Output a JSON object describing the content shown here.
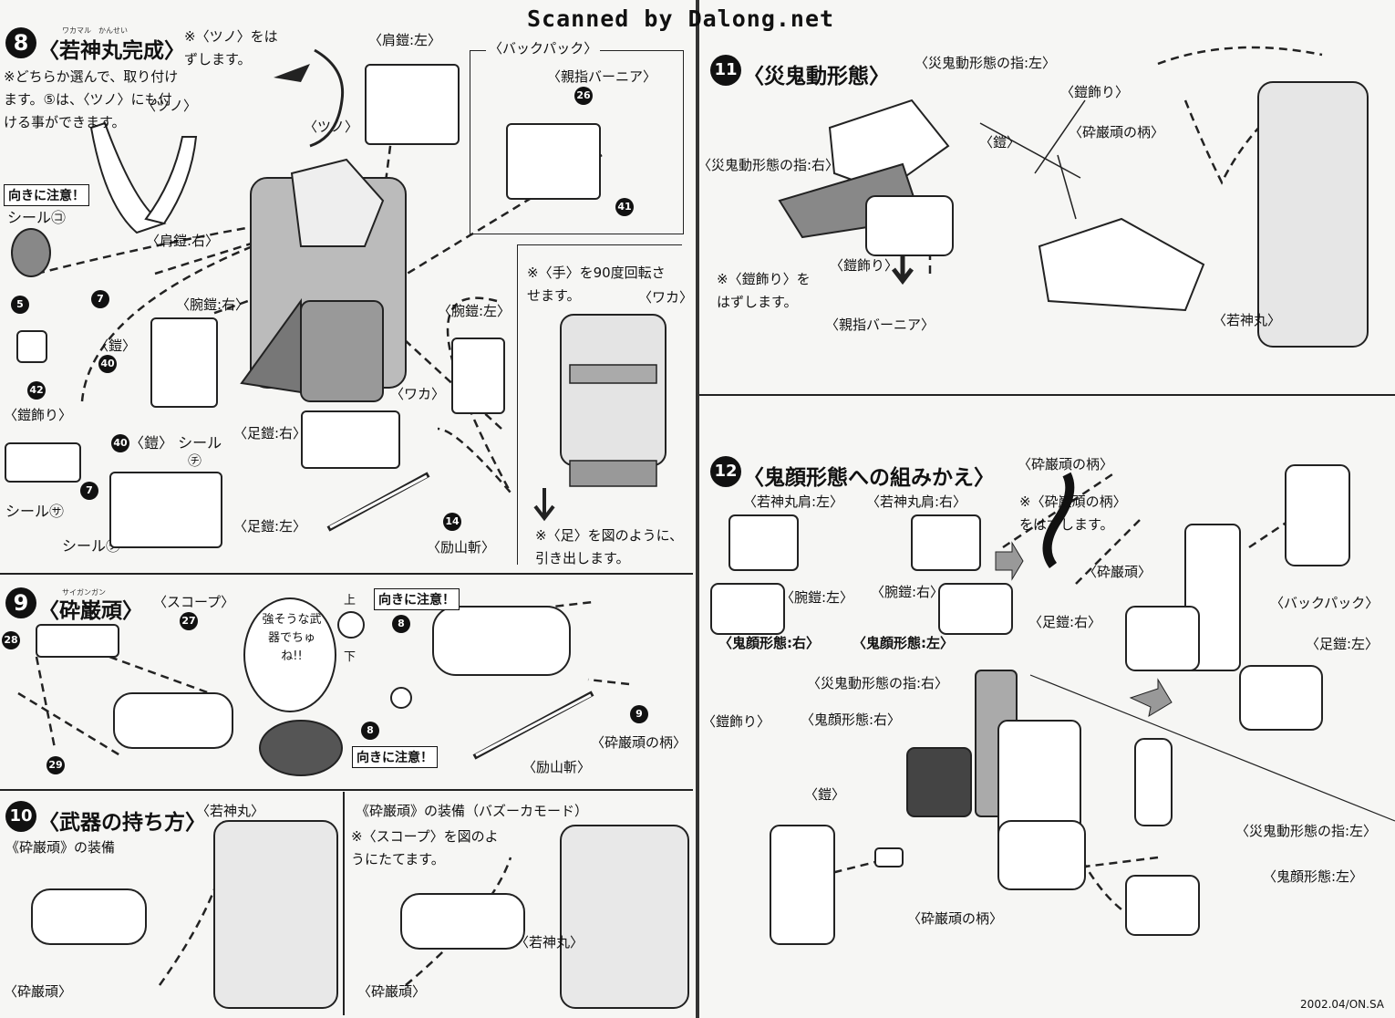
{
  "watermark": "Scanned by Dalong.net",
  "footer": "2002.04/ON.SA",
  "step8": {
    "number": "8",
    "title": "〈若神丸完成〉",
    "title_ruby": "ワカマル　かんせい",
    "note_choose": "※どちらか選んで、取り付けます。⑤は、〈ツノ〉にも付ける事ができます。",
    "note_horn": "※〈ツノ〉をはずします。",
    "label_tsuno": "〈ツノ〉",
    "label_tsuno2": "〈ツノ〉",
    "warn": "向きに注意！",
    "seal_ko": "シール㋙",
    "label_katayoroi_hidari": "〈肩鎧:左〉",
    "label_katayoroi_migi": "〈肩鎧:右〉",
    "label_udeyoroi_migi": "〈腕鎧:右〉",
    "label_udeyoroi_hidari": "〈腕鎧:左〉",
    "label_yoroi": "〈鎧〉",
    "label_yoroikazari": "〈鎧飾り〉",
    "label_ashiyoroi_migi": "〈足鎧:右〉",
    "label_ashiyoroi_hidari": "〈足鎧:左〉",
    "label_waka": "〈ワカ〉",
    "label_waka2": "〈ワカ〉",
    "label_reizanzan": "〈励山斬〉",
    "label_backpack": "〈バックパック〉",
    "label_oyayubi_burnia": "〈親指バーニア〉",
    "note_hand": "※〈手〉を90度回転させます。",
    "note_foot": "※〈足〉を図のように、引き出します。",
    "label_yoroi_seal": "〈鎧〉 シール",
    "seal_chi": "㋠",
    "seal_sa": "シール㋚",
    "seal_ta": "シール㋟",
    "part_numbers": [
      "5",
      "7",
      "42",
      "40",
      "26",
      "41",
      "14",
      "40",
      "7"
    ]
  },
  "step9": {
    "number": "9",
    "title": "〈砕巌頑〉",
    "title_ruby": "サイガンガン",
    "label_scope": "〈スコープ〉",
    "speech": "強そうな武器でちゅね!!",
    "label_ue": "上",
    "label_shita": "下",
    "warn1": "向きに注意！",
    "warn2": "向きに注意！",
    "label_reizanzan": "〈励山斬〉",
    "label_saiganganno_e": "〈砕巌頑の柄〉",
    "part_numbers": [
      "28",
      "27",
      "29",
      "8",
      "8",
      "9"
    ]
  },
  "step10": {
    "number": "10",
    "title": "〈武器の持ち方〉",
    "label_wakamaru": "〈若神丸〉",
    "label_equip": "《砕巌頑》の装備",
    "label_equip_bazooka": "《砕巌頑》の装備（バズーカモード）",
    "note_scope": "※〈スコープ〉を図のようにたてます。",
    "label_saigangan1": "〈砕巌頑〉",
    "label_saigangan2": "〈砕巌頑〉",
    "label_wakamaru2": "〈若神丸〉"
  },
  "step11": {
    "number": "11",
    "title": "〈災鬼動形態〉",
    "label_finger_left": "〈災鬼動形態の指:左〉",
    "label_finger_right": "〈災鬼動形態の指:右〉",
    "label_yoroi": "〈鎧〉",
    "label_yoroikazari": "〈鎧飾り〉",
    "note_remove": "※〈鎧飾り〉をはずします。",
    "label_oyayubi_burnia": "〈親指バーニア〉",
    "label_yoroikazari2": "〈鎧飾り〉",
    "label_saiganganno_e": "〈砕巌頑の柄〉",
    "label_wakamaru": "〈若神丸〉"
  },
  "step12": {
    "number": "12",
    "title": "〈鬼顔形態への組みかえ〉",
    "label_shoulder_left": "〈若神丸肩:左〉",
    "label_shoulder_right": "〈若神丸肩:右〉",
    "label_udeyoroi_hidari": "〈腕鎧:左〉",
    "label_udeyoroi_migi": "〈腕鎧:右〉",
    "label_kigan_right": "〈鬼顔形態:右〉",
    "label_kigan_left": "〈鬼顔形態:左〉",
    "label_saiganganno_e": "〈砕巌頑の柄〉",
    "note_remove": "※〈砕巌頑の柄〉をはずします。",
    "label_saigangan": "〈砕巌頑〉",
    "label_ashiyoroi_migi": "〈足鎧:右〉",
    "label_backpack": "〈バックパック〉",
    "label_ashiyoroi_hidari": "〈足鎧:左〉",
    "label_finger_right": "〈災鬼動形態の指:右〉",
    "label_kigan_right2": "〈鬼顔形態:右〉",
    "label_yoroikazari": "〈鎧飾り〉",
    "label_yoroi": "〈鎧〉",
    "label_finger_left": "〈災鬼動形態の指:左〉",
    "label_kigan_left2": "〈鬼顔形態:左〉",
    "label_saiganganno_e2": "〈砕巌頑の柄〉"
  }
}
